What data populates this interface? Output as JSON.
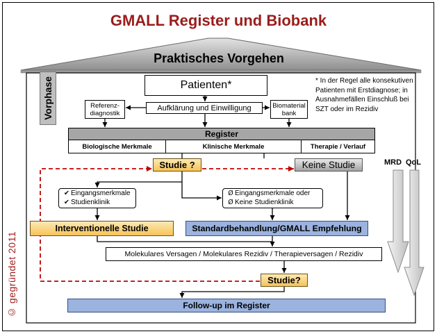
{
  "title": "GMALL Register und Biobank",
  "roof": {
    "label": "Praktisches Vorgehen"
  },
  "phase": {
    "label": "Vorphase"
  },
  "patients": {
    "label": "Patienten*"
  },
  "footnote": {
    "lines": [
      "* In der Regel alle konsekutiven",
      "Patienten mit Erstdiagnose; in",
      "Ausnahmefällen Einschluß bei",
      "SZT oder im Rezidiv"
    ]
  },
  "consent": {
    "label": "Aufklärung und Einwilligung"
  },
  "reference_diagnostics": {
    "lines": [
      "Referenz-",
      "diagnostik"
    ]
  },
  "biobank": {
    "lines": [
      "Biomaterial",
      "bank"
    ]
  },
  "register": {
    "header": "Register",
    "columns": [
      "Biologische Merkmale",
      "Klinische Merkmale",
      "Therapie / Verlauf"
    ]
  },
  "decision_top": {
    "label": "Studie ?"
  },
  "no_study": {
    "label": "Keine Studie"
  },
  "criteria_met": {
    "icon": "check-icon",
    "items": [
      {
        "mark": "✔",
        "text": "Eingangsmerkmale"
      },
      {
        "mark": "✔",
        "text": "Studienklinik"
      }
    ]
  },
  "criteria_not_met": {
    "icon": "null-icon",
    "items": [
      {
        "mark": "Ø",
        "text": "Eingangsmerkmale oder"
      },
      {
        "mark": "Ø",
        "text": "Keine Studienklinik"
      }
    ]
  },
  "interventional_study": {
    "label": "Interventionelle Studie"
  },
  "standard_treatment": {
    "label": "Standardbehandlung/GMALL Empfehlung"
  },
  "events": {
    "label": "Molekulares Versagen / Molekulares Rezidiv / Therapieversagen / Rezidiv"
  },
  "decision_bottom": {
    "label": "Studie?"
  },
  "followup": {
    "label": "Follow-up im Register"
  },
  "side_arrows": [
    {
      "label": "MRD"
    },
    {
      "label": "QoL"
    }
  ],
  "copyright": "© gegründet 2011",
  "colors": {
    "title": "#9b1c1c",
    "copyright": "#a31c1c",
    "loop_dashed": "#c00000",
    "blue_box": "#9bb3de",
    "register_header": "#a6a6a6",
    "phase_box": "#bfbfbf"
  }
}
